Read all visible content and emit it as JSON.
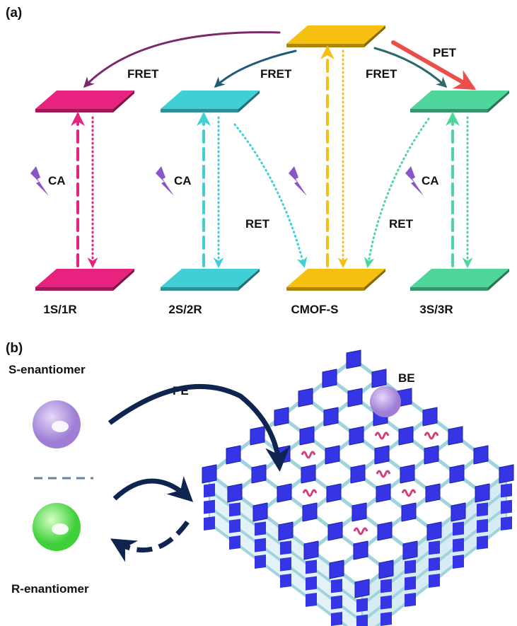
{
  "panel_a": {
    "label": "(a)",
    "fret_labels": [
      "FRET",
      "FRET",
      "FRET"
    ],
    "pet_label": "PET",
    "ca_labels": [
      "CA",
      "CA",
      "CA"
    ],
    "ret_labels": [
      "RET",
      "RET"
    ],
    "bottom_labels": [
      "1S/1R",
      "2S/2R",
      "CMOF-S",
      "3S/3R"
    ],
    "colors": {
      "pink": "#e8237f",
      "cyan": "#3fcfd4",
      "yellow": "#f5c010",
      "green": "#4fd69c",
      "red": "#ec4f4a",
      "lightning": "#8a55c8"
    }
  },
  "panel_b": {
    "label": "(b)",
    "s_enantiomer": "S-enantiomer",
    "r_enantiomer": "R-enantiomer",
    "pe_label": "PE",
    "be_label": "BE",
    "colors": {
      "arrow": "#0f2550",
      "node": "#3535e6",
      "bar": "#9fd4dc",
      "spring": "#d0407a"
    }
  }
}
